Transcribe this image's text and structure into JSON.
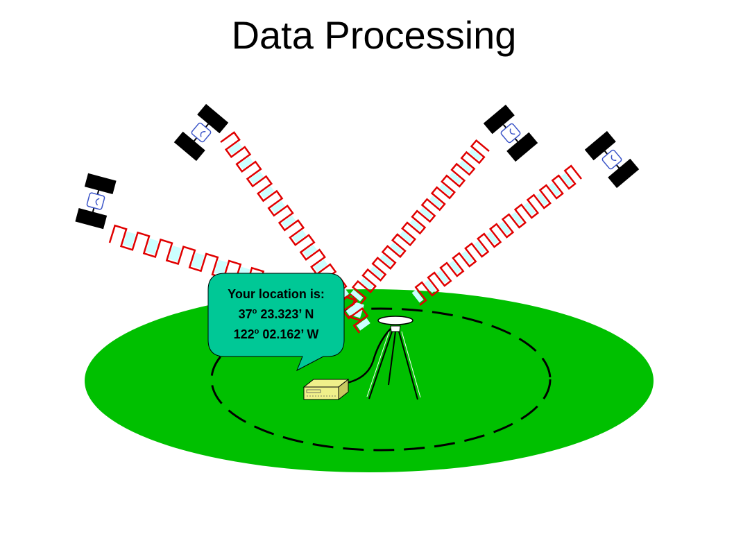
{
  "slide": {
    "title": "Data Processing"
  },
  "callout": {
    "heading": "Your location is:",
    "latitude_deg": "37",
    "latitude_rest": " 23.323’ N",
    "longitude_deg": "122",
    "longitude_rest": " 02.162’ W",
    "degree_mark": "o"
  },
  "colors": {
    "ground": "#00c000",
    "signal": "#e00000",
    "signal_fill": "#ccffff",
    "callout": "#00c896",
    "receiver": "#f0f08a"
  },
  "icons": [
    "satellite-icon",
    "gps-receiver-icon",
    "tripod-antenna-icon"
  ]
}
